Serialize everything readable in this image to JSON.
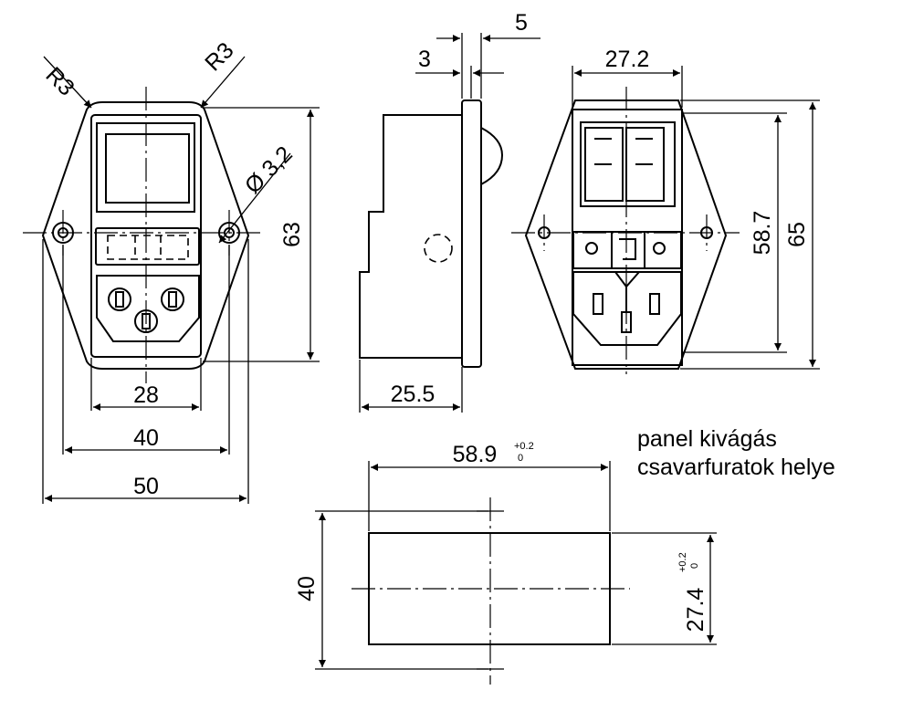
{
  "dimensions": {
    "radius_left": "R3",
    "radius_right": "R3",
    "hole_diameter": "Ø 3,2",
    "height_front": "63",
    "width_28": "28",
    "width_40": "40",
    "width_50": "50",
    "side_3": "3",
    "side_5": "5",
    "depth_25_5": "25.5",
    "rear_27_2": "27.2",
    "rear_58_7": "58.7",
    "rear_65": "65",
    "cutout_width": "58.9",
    "cutout_width_tol_upper": "+0.2",
    "cutout_width_tol_lower": "0",
    "cutout_height": "27.4",
    "cutout_height_tol_upper": "+0.2",
    "cutout_height_tol_lower": "0",
    "screw_spacing": "40"
  },
  "notes": {
    "line1": "panel kivágás",
    "line2": "csavarfuratok helye"
  }
}
